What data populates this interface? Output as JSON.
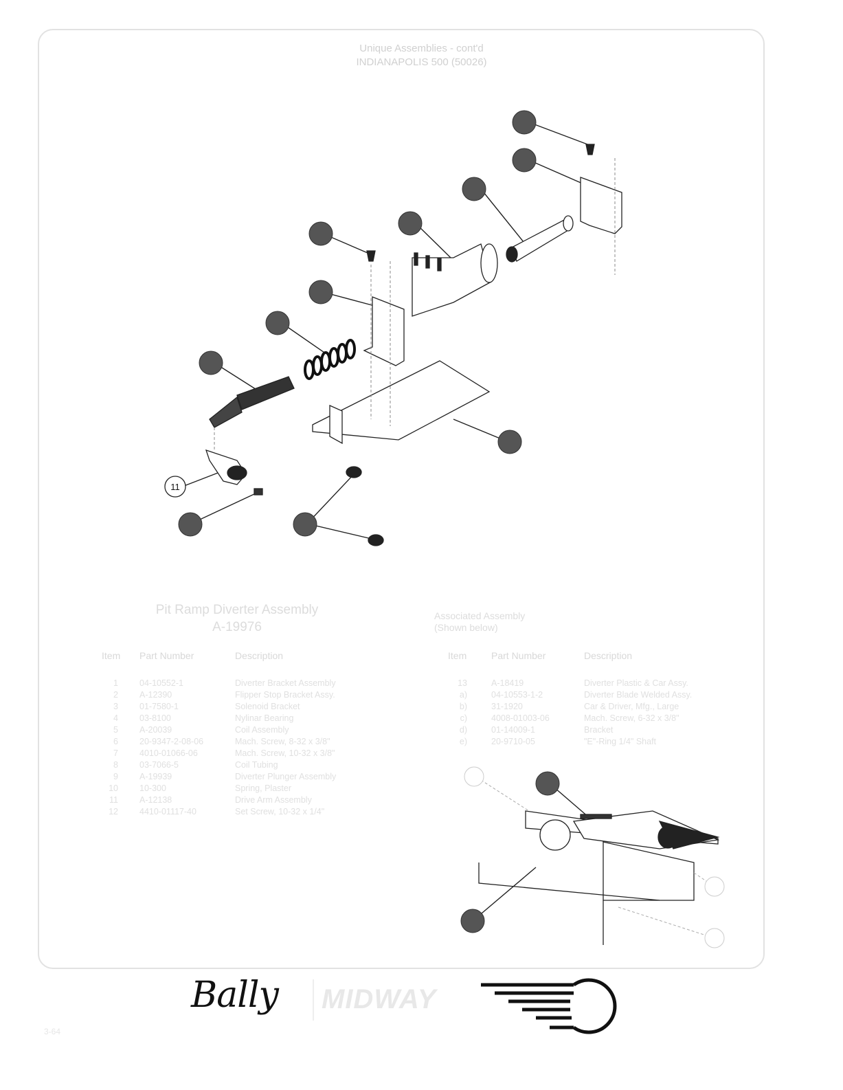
{
  "header": {
    "line1": "Unique Assemblies - cont'd",
    "line2": "INDIANAPOLIS 500 (50026)"
  },
  "callouts": {
    "item11": "11"
  },
  "main_table": {
    "title": "Pit Ramp Diverter Assembly",
    "part": "A-19976",
    "headers": {
      "item": "Item",
      "part": "Part Number",
      "desc": "Description"
    },
    "rows": [
      {
        "item": "1",
        "part": "04-10552-1",
        "desc": "Diverter Bracket Assembly"
      },
      {
        "item": "2",
        "part": "A-12390",
        "desc": "Flipper Stop Bracket Assy."
      },
      {
        "item": "3",
        "part": "01-7580-1",
        "desc": "Solenoid Bracket"
      },
      {
        "item": "4",
        "part": "03-8100",
        "desc": "Nylinar Bearing"
      },
      {
        "item": "5",
        "part": "A-20039",
        "desc": "Coil Assembly"
      },
      {
        "item": "6",
        "part": "20-9347-2-08-06",
        "desc": "Mach. Screw, 8-32 x 3/8\""
      },
      {
        "item": "7",
        "part": "4010-01066-06",
        "desc": "Mach. Screw, 10-32 x 3/8\""
      },
      {
        "item": "8",
        "part": "03-7066-5",
        "desc": "Coil Tubing"
      },
      {
        "item": "9",
        "part": "A-19939",
        "desc": "Diverter Plunger Assembly"
      },
      {
        "item": "10",
        "part": "10-300",
        "desc": "Spring, Plaster"
      },
      {
        "item": "11",
        "part": "A-12138",
        "desc": "Drive Arm Assembly"
      },
      {
        "item": "12",
        "part": "4410-01117-40",
        "desc": "Set Screw, 10-32 x 1/4\""
      }
    ]
  },
  "assoc_table": {
    "title": "Associated Assembly",
    "subtitle": "(Shown below)",
    "headers": {
      "item": "Item",
      "part": "Part Number",
      "desc": "Description"
    },
    "rows": [
      {
        "item": "13",
        "part": "A-18419",
        "desc": "Diverter Plastic & Car Assy."
      },
      {
        "item": "a)",
        "part": "04-10553-1-2",
        "desc": "Diverter Blade Welded Assy."
      },
      {
        "item": "b)",
        "part": "31-1920",
        "desc": "Car & Driver, Mfg., Large"
      },
      {
        "item": "c)",
        "part": "4008-01003-06",
        "desc": "Mach. Screw, 6-32 x 3/8\""
      },
      {
        "item": "d)",
        "part": "01-14009-1",
        "desc": "Bracket"
      },
      {
        "item": "e)",
        "part": "20-9710-05",
        "desc": "\"E\"-Ring 1/4\" Shaft"
      }
    ]
  },
  "footer": {
    "brand1": "Bally",
    "brand2": "MIDWAY",
    "page": "3-64"
  }
}
